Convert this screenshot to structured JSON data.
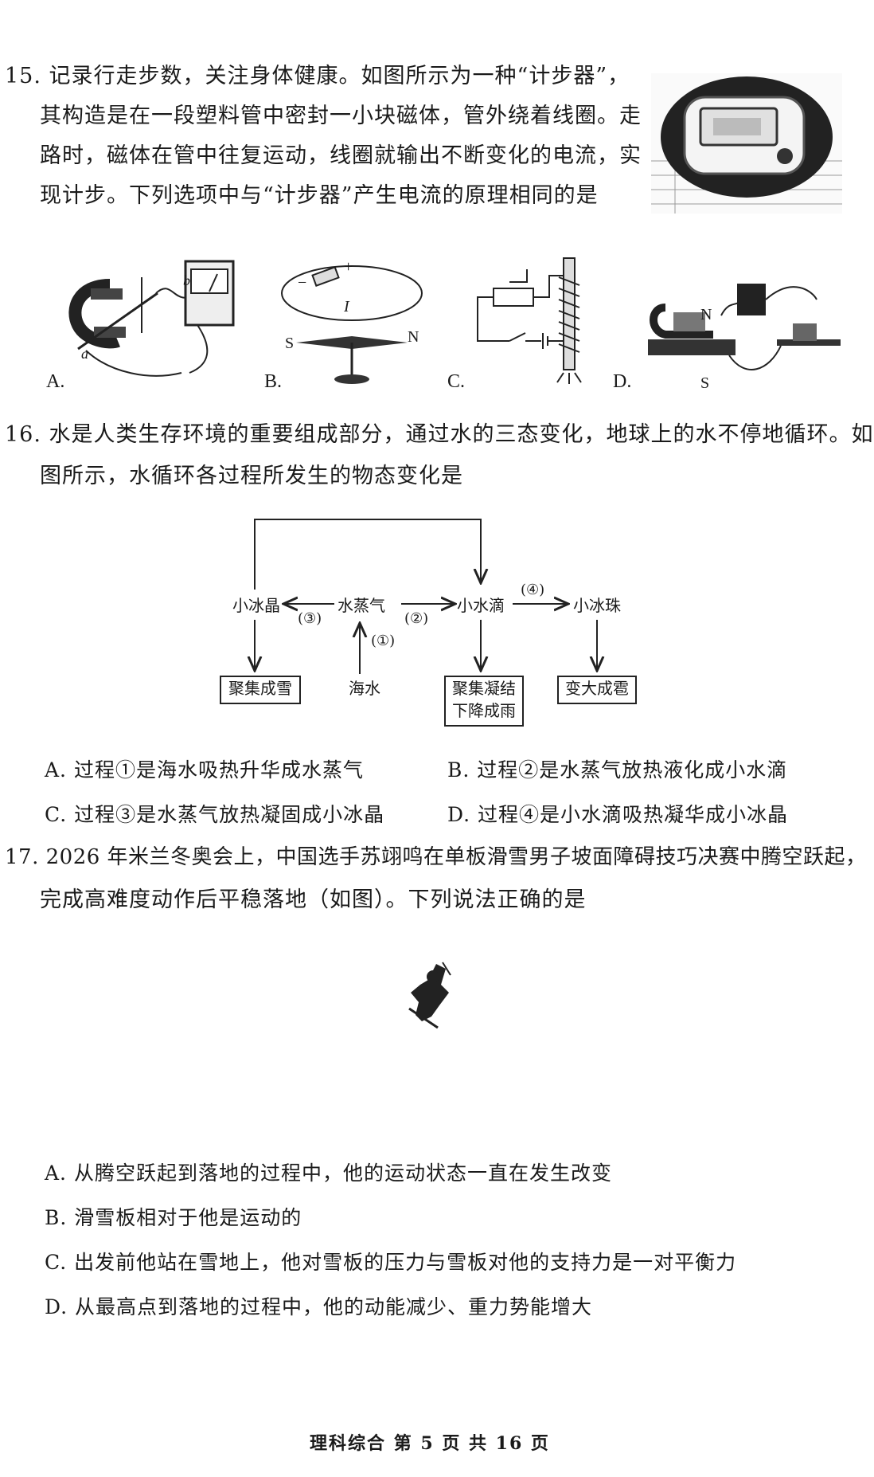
{
  "q15": {
    "lines": [
      "15. 记录行走步数，关注身体健康。如图所示为一种“计步器”，",
      "其构造是在一段塑料管中密封一小块磁体，管外绕着线圈。走",
      "路时，磁体在管中往复运动，线圈就输出不断变化的电流，实",
      "现计步。下列选项中与“计步器”产生电流的原理相同的是"
    ],
    "option_labels": [
      "A.",
      "B.",
      "C.",
      "D."
    ],
    "figure_text": {
      "a_b": "b",
      "a_a": "a",
      "b_minus": "−",
      "b_plus": "+",
      "b_I": "I",
      "b_S": "S",
      "b_N": "N",
      "d_N": "N",
      "d_S": "S"
    }
  },
  "q16": {
    "lines": [
      "16. 水是人类生存环境的重要组成部分，通过水的三态变化，地球上的水不停地循环。如",
      "图所示，水循环各过程所发生的物态变化是"
    ],
    "diagram": {
      "ice_crystal": "小冰晶",
      "vapor": "水蒸气",
      "droplet": "小水滴",
      "ice_bead": "小冰珠",
      "seawater": "海水",
      "snow": "聚集成雪",
      "rain": "聚集凝结\n下降成雨",
      "hail": "变大成雹",
      "step1": "(①)",
      "step2": "(②)",
      "step3": "(③)",
      "step4": "(④)"
    },
    "options": [
      "A. 过程①是海水吸热升华成水蒸气",
      "B. 过程②是水蒸气放热液化成小水滴",
      "C. 过程③是水蒸气放热凝固成小冰晶",
      "D. 过程④是小水滴吸热凝华成小冰晶"
    ]
  },
  "q17": {
    "lines": [
      "17. 2026 年米兰冬奥会上，中国选手苏翊鸣在单板滑雪男子坡面障碍技巧决赛中腾空跃起，",
      "完成高难度动作后平稳落地（如图）。下列说法正确的是"
    ],
    "options": [
      "A. 从腾空跃起到落地的过程中，他的运动状态一直在发生改变",
      "B. 滑雪板相对于他是运动的",
      "C. 出发前他站在雪地上，他对雪板的压力与雪板对他的支持力是一对平衡力",
      "D. 从最高点到落地的过程中，他的动能减少、重力势能增大"
    ]
  },
  "footer": "理科综合 第 5 页 共 16 页"
}
